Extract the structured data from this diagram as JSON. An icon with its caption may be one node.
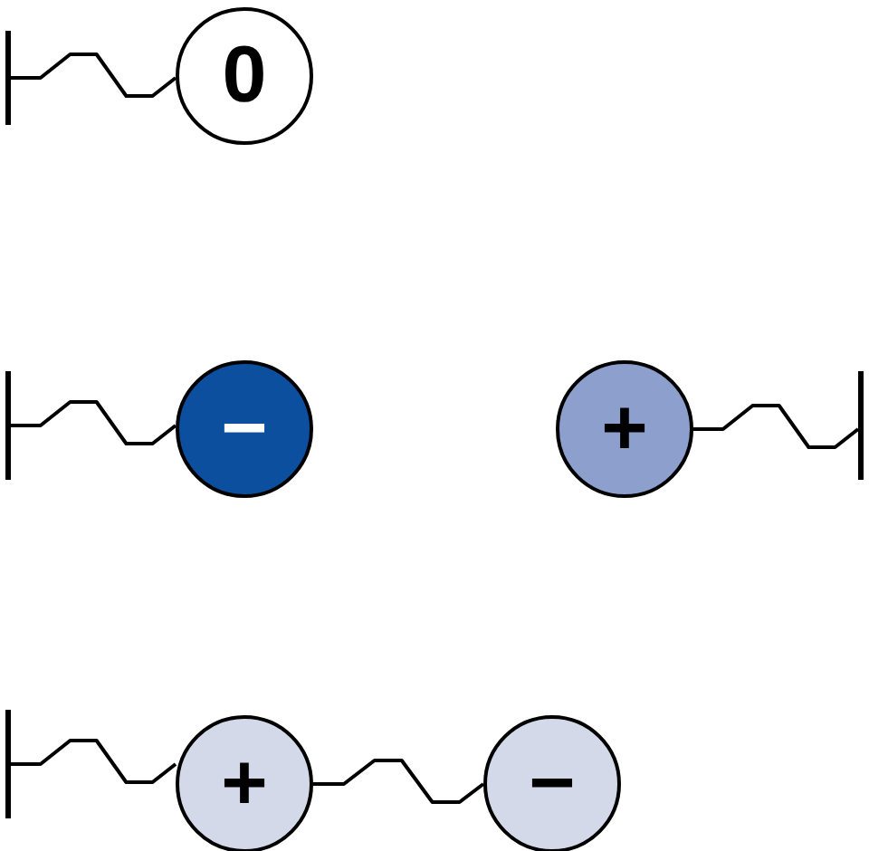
{
  "diagram": {
    "nodes": [
      {
        "text": [],
        "shape": "bar"
      },
      {
        "text": [
          "0"
        ]
      },
      {
        "text": [],
        "shape": "bar"
      },
      {
        "text": [
          "−"
        ]
      },
      {
        "text": [
          "+"
        ]
      },
      {
        "text": [],
        "shape": "bar"
      },
      {
        "text": [],
        "shape": "bar"
      },
      {
        "text": [
          "+"
        ]
      },
      {
        "text": [
          "−"
        ]
      }
    ],
    "edges": [
      {
        "from": 0,
        "to": 1,
        "arrow": "none"
      },
      {
        "from": 2,
        "to": 3,
        "arrow": "none"
      },
      {
        "from": 4,
        "to": 5,
        "arrow": "none"
      },
      {
        "from": 6,
        "to": 7,
        "arrow": "none"
      },
      {
        "from": 7,
        "to": 8,
        "arrow": "none"
      }
    ]
  }
}
